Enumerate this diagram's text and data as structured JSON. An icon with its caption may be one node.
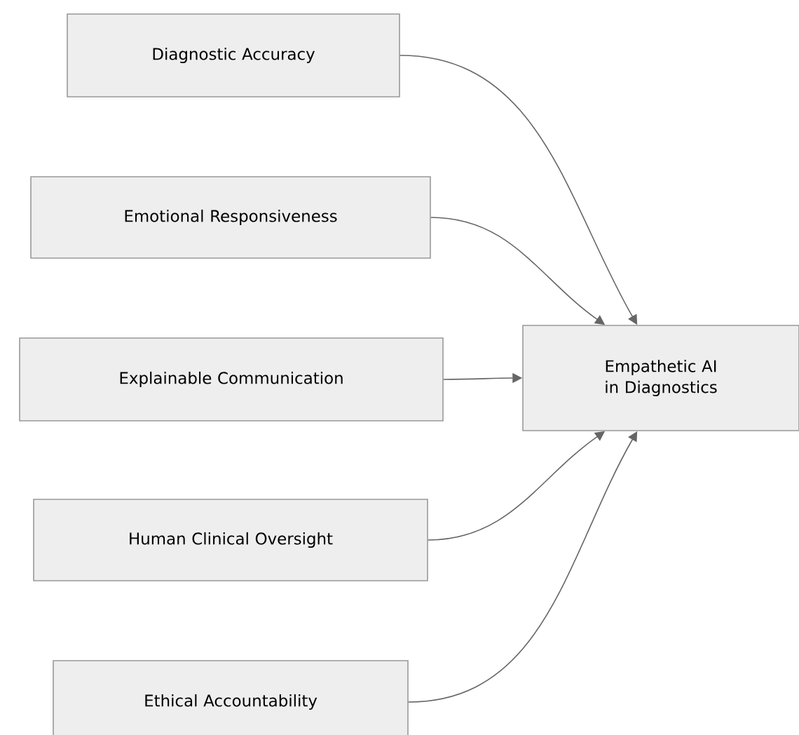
{
  "diagram": {
    "nodes": [
      {
        "text": [
          "Diagnostic Accuracy"
        ]
      },
      {
        "text": [
          "Emotional Responsiveness"
        ]
      },
      {
        "text": [
          "Explainable Communication"
        ]
      },
      {
        "text": [
          "Human Clinical Oversight"
        ]
      },
      {
        "text": [
          "Ethical Accountability"
        ]
      },
      {
        "text": [
          "Empathetic AI in Diagnostics"
        ]
      }
    ],
    "edges": [
      {
        "from": 0,
        "to": 5,
        "arrow": "to"
      },
      {
        "from": 1,
        "to": 5,
        "arrow": "to"
      },
      {
        "from": 2,
        "to": 5,
        "arrow": "to"
      },
      {
        "from": 3,
        "to": 5,
        "arrow": "to"
      },
      {
        "from": 4,
        "to": 5,
        "arrow": "to"
      }
    ]
  }
}
